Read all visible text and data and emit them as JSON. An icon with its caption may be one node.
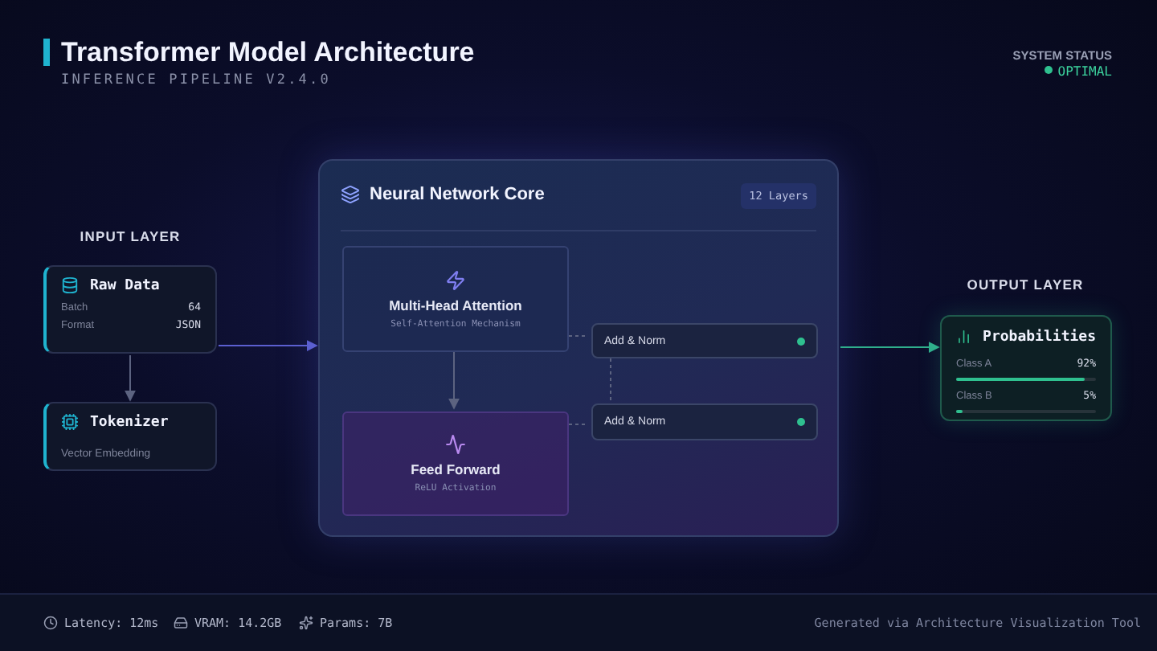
{
  "diagram": {
    "title": "Transformer Model Architecture",
    "nodes": [
      {
        "text": [
          "Raw Data",
          "Batch",
          "64",
          "Format",
          "JSON"
        ]
      },
      {
        "text": [
          "Tokenizer",
          "Vector Embedding"
        ]
      },
      {
        "text": [
          "Neural Network Core",
          "12 Layers"
        ]
      },
      {
        "text": [
          "Multi-Head Attention",
          "Self-Attention Mechanism"
        ],
        "in": 2
      },
      {
        "text": [
          "Add & Norm"
        ],
        "in": 2
      },
      {
        "text": [
          "Feed Forward",
          "ReLU Activation"
        ],
        "in": 2
      },
      {
        "text": [
          "Add & Norm"
        ],
        "in": 2
      },
      {
        "text": [
          "Probabilities",
          "Class A",
          "92%",
          "Class B",
          "5%"
        ]
      }
    ],
    "edges": [
      {
        "from": 0,
        "to": 1,
        "arrow": "to"
      },
      {
        "from": 0,
        "to": 2,
        "arrow": "to"
      },
      {
        "from": 3,
        "to": 5,
        "arrow": "to"
      },
      {
        "from": 3,
        "to": 4,
        "arrow": "none",
        "style": "dashed"
      },
      {
        "from": 4,
        "to": 6,
        "arrow": "none",
        "style": "dashed"
      },
      {
        "from": 5,
        "to": 6,
        "arrow": "none",
        "style": "dashed"
      },
      {
        "from": 2,
        "to": 7,
        "arrow": "to",
        "color": "#2fae8c"
      }
    ],
    "labels": [
      "INFERENCE PIPELINE V2.4.0",
      "SYSTEM STATUS",
      "OPTIMAL",
      "INPUT LAYER",
      "OUTPUT LAYER",
      "Latency: 12ms",
      "VRAM: 14.2GB",
      "Params: 7B",
      "Generated via Architecture Visualization Tool"
    ]
  }
}
